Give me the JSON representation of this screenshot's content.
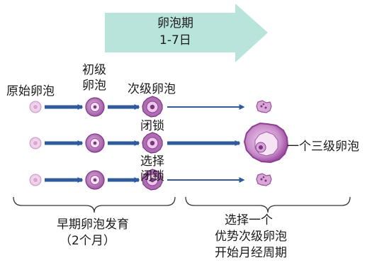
{
  "phase": {
    "title": "卵泡期",
    "days": "1-7日"
  },
  "stages": {
    "primordial": "原始卵泡",
    "primary_line1": "初级",
    "primary_line2": "卵泡",
    "secondary": "次级卵泡"
  },
  "labels": {
    "atresia_top": "闭锁",
    "selection": "选择",
    "atresia_bottom": "闭锁",
    "tertiary": "一个三级卵泡"
  },
  "periods": {
    "early_line1": "早期卵泡发育",
    "early_line2": "（2个月）",
    "late_line1": "选择一个",
    "late_line2": "优势次级卵泡",
    "late_line3": "开始月经周期"
  },
  "colors": {
    "phase_arrow": "#b9e4dc",
    "flow_arrow": "#2f5b9c",
    "follicle_purple": "#8c3f95",
    "follicle_light": "#d8a9d6"
  }
}
